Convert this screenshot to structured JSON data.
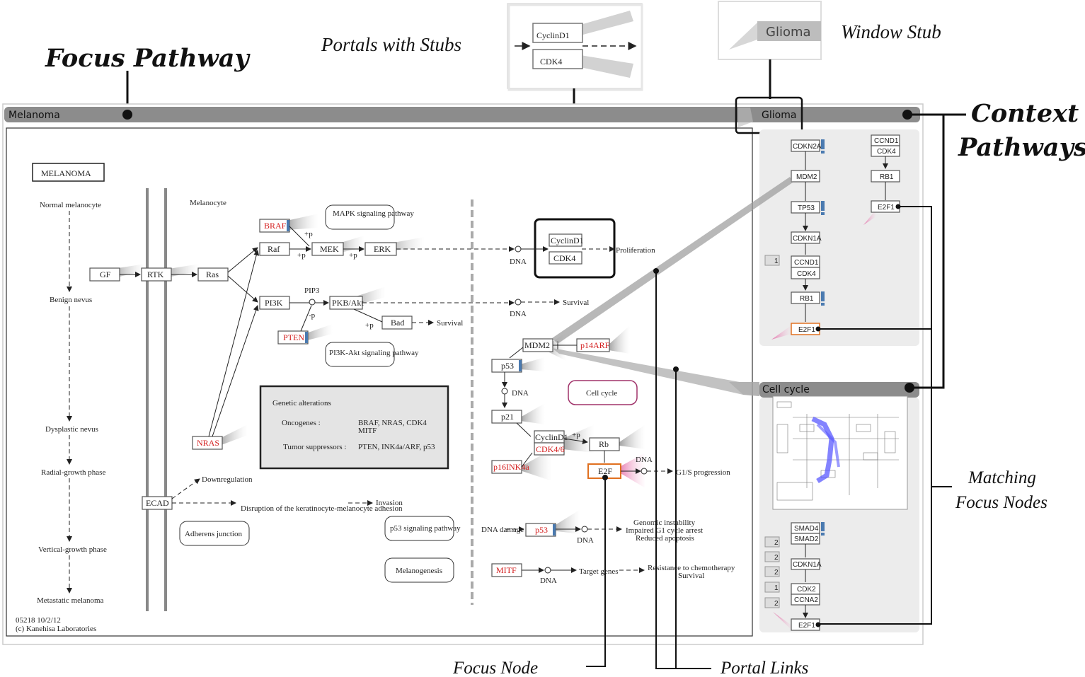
{
  "annotations": {
    "focus_pathway": "Focus Pathway",
    "portals_with_stubs": "Portals with Stubs",
    "window_stub": "Window Stub",
    "context_pathways_1": "Context",
    "context_pathways_2": "Pathways",
    "matching_focus_nodes_1": "Matching",
    "matching_focus_nodes_2": "Focus Nodes",
    "focus_node": "Focus Node",
    "portal_links": "Portal Links"
  },
  "insets": {
    "portal": {
      "node1": "CyclinD1",
      "node2": "CDK4"
    },
    "window_stub": {
      "label": "Glioma"
    }
  },
  "focus_window": {
    "title": "Melanoma",
    "title_box": "MELANOMA",
    "footer_1": "05218 10/2/12",
    "footer_2": "(c) Kanehisa Laboratories",
    "stages": [
      "Normal melanocyte",
      "Benign nevus",
      "Dysplastic nevus",
      "Radial-growth phase",
      "Vertical-growth phase",
      "Metastatic melanoma"
    ],
    "melanocyte": "Melanocyte",
    "nodes": {
      "gf": "GF",
      "rtk": "RTK",
      "ras": "Ras",
      "braf": "BRAF",
      "raf": "Raf",
      "mek": "MEK",
      "erk": "ERK",
      "pi3k": "PI3K",
      "pip3": "PIP3",
      "pkb": "PKB/Akt",
      "bad": "Bad",
      "pten": "PTEN",
      "nras": "NRAS",
      "ecad": "ECAD",
      "cyclind1": "CyclinD1",
      "cdk4": "CDK4",
      "mdm2": "MDM2",
      "p14arf": "p14ARF",
      "p53": "p53",
      "p21": "p21",
      "cyclind1b": "CyclinD1",
      "cdk46": "CDK4/6",
      "rb": "Rb",
      "p16": "p16INK4a",
      "e2f": "E2F",
      "p53b": "p53",
      "mitf": "MITF"
    },
    "labels": {
      "mapk": "MAPK signaling pathway",
      "pi3k_akt": "PI3K-Akt signaling pathway",
      "adherens": "Adherens junction",
      "p53_pathway": "p53 signaling pathway",
      "melanogenesis": "Melanogenesis",
      "cell_cycle": "Cell cycle",
      "proliferation": "Proliferation",
      "survival": "Survival",
      "dna": "DNA",
      "downregulation": "Downregulation",
      "disruption": "Disruption of the keratinocyte-melanocyte adhesion",
      "invasion": "Invasion",
      "g1s": "G1/S progression",
      "dna_damage": "DNA damage",
      "genomic": "Genomic instability",
      "impaired": "Impaired G1 cycle arrest",
      "reduced": "Reduced apoptosis",
      "target_genes": "Target genes",
      "resistance": "Resistance to chemotherapy",
      "survival2": "Survival",
      "plus_p": "+p",
      "minus_p": "-p"
    },
    "genetic_alterations": {
      "title": "Genetic alterations",
      "oncogenes_label": "Oncogenes :",
      "oncogenes_value_1": "BRAF, NRAS, CDK4",
      "oncogenes_value_2": "MITF",
      "suppressors_label": "Tumor suppressors :",
      "suppressors_value": "PTEN, INK4a/ARF, p53"
    }
  },
  "context_glioma": {
    "title": "Glioma",
    "nodes": [
      "CDKN2A",
      "MDM2",
      "TP53",
      "CDKN1A",
      "CCND1",
      "CDK4",
      "RB1",
      "E2F1",
      "CCND1",
      "CDK4",
      "RB1",
      "E2F1"
    ],
    "badge_1": "1"
  },
  "context_cellcycle": {
    "title": "Cell cycle",
    "nodes": [
      "SMAD4",
      "SMAD2",
      "CDKN1A",
      "CDK2",
      "CCNA2",
      "E2F1"
    ],
    "badges": [
      "2",
      "2",
      "2",
      "1",
      "2"
    ]
  },
  "colors": {
    "titlebar": "#8c8c8c",
    "highlight_orange": "#e07020",
    "pink_stub": "#e060a0",
    "gene_red": "#d42020",
    "blue_bar": "#4a7ab0",
    "cellcycle_highlight": "#5a5aff"
  }
}
